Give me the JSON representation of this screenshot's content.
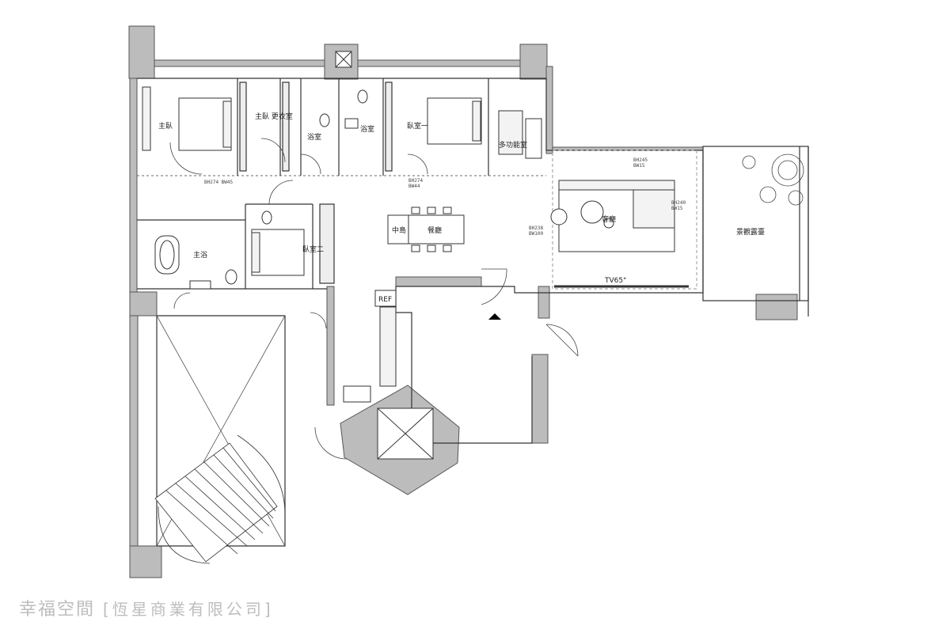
{
  "rooms": {
    "master_bedroom": "主臥",
    "master_closet": "主臥 更衣室",
    "bath_a": "浴室",
    "bath_b": "浴室",
    "bedroom_one": "臥室一",
    "multi_room": "多功能室",
    "master_bath": "主浴",
    "bedroom_two": "臥室二",
    "island": "中島",
    "dining": "餐廳",
    "living": "客廳",
    "terrace": "景觀露臺"
  },
  "labels": {
    "tv": "TV65\"",
    "fridge": "REF",
    "dim_top_left": "BH274 BW45",
    "dim_center_1": "BH274",
    "dim_center_2": "BW44",
    "dim_living_1": "BH245",
    "dim_living_2": "BW15",
    "dim_sofa_1": "BH238",
    "dim_sofa_2": "BW100",
    "dim_right_1": "BH240",
    "dim_right_2": "BW15"
  },
  "watermark": {
    "brand": "幸福空間",
    "company": "[恆星商業有限公司]"
  }
}
